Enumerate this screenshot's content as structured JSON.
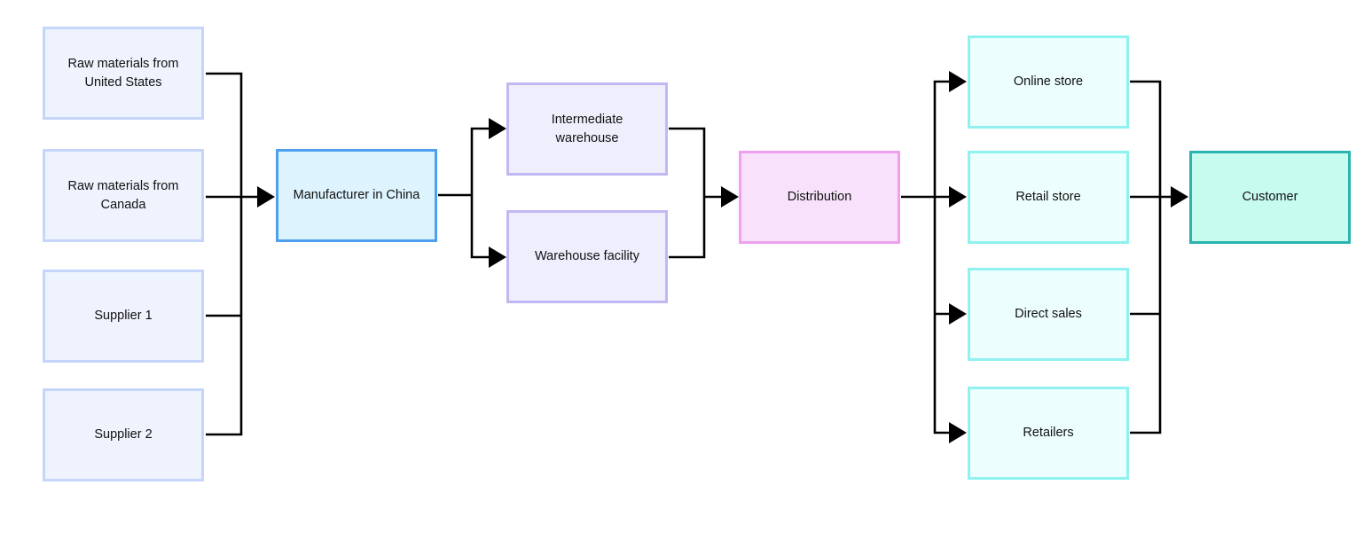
{
  "sources": [
    {
      "label": "Raw materials from United States"
    },
    {
      "label": "Raw materials from Canada"
    },
    {
      "label": "Supplier 1"
    },
    {
      "label": "Supplier 2"
    }
  ],
  "manufacturer": {
    "label": "Manufacturer in China"
  },
  "warehouses": [
    {
      "label": "Intermediate warehouse"
    },
    {
      "label": "Warehouse facility"
    }
  ],
  "distribution": {
    "label": "Distribution"
  },
  "channels": [
    {
      "label": "Online store"
    },
    {
      "label": "Retail store"
    },
    {
      "label": "Direct sales"
    },
    {
      "label": "Retailers"
    }
  ],
  "customer": {
    "label": "Customer"
  },
  "colors": {
    "source_fill": "#eef3fd",
    "source_border": "#c6d6fb",
    "manufacturer_fill": "#ddf3fd",
    "manufacturer_border": "#4e9ff0",
    "warehouse_fill": "#eeeefd",
    "warehouse_border": "#c1b8f3",
    "distribution_fill": "#f8e2fb",
    "distribution_border": "#f0a0f0",
    "channel_fill": "#ecfefd",
    "channel_border": "#8ff2ef",
    "customer_fill": "#c8fbf0",
    "customer_border": "#2bb3b0",
    "connector": "#000000"
  }
}
